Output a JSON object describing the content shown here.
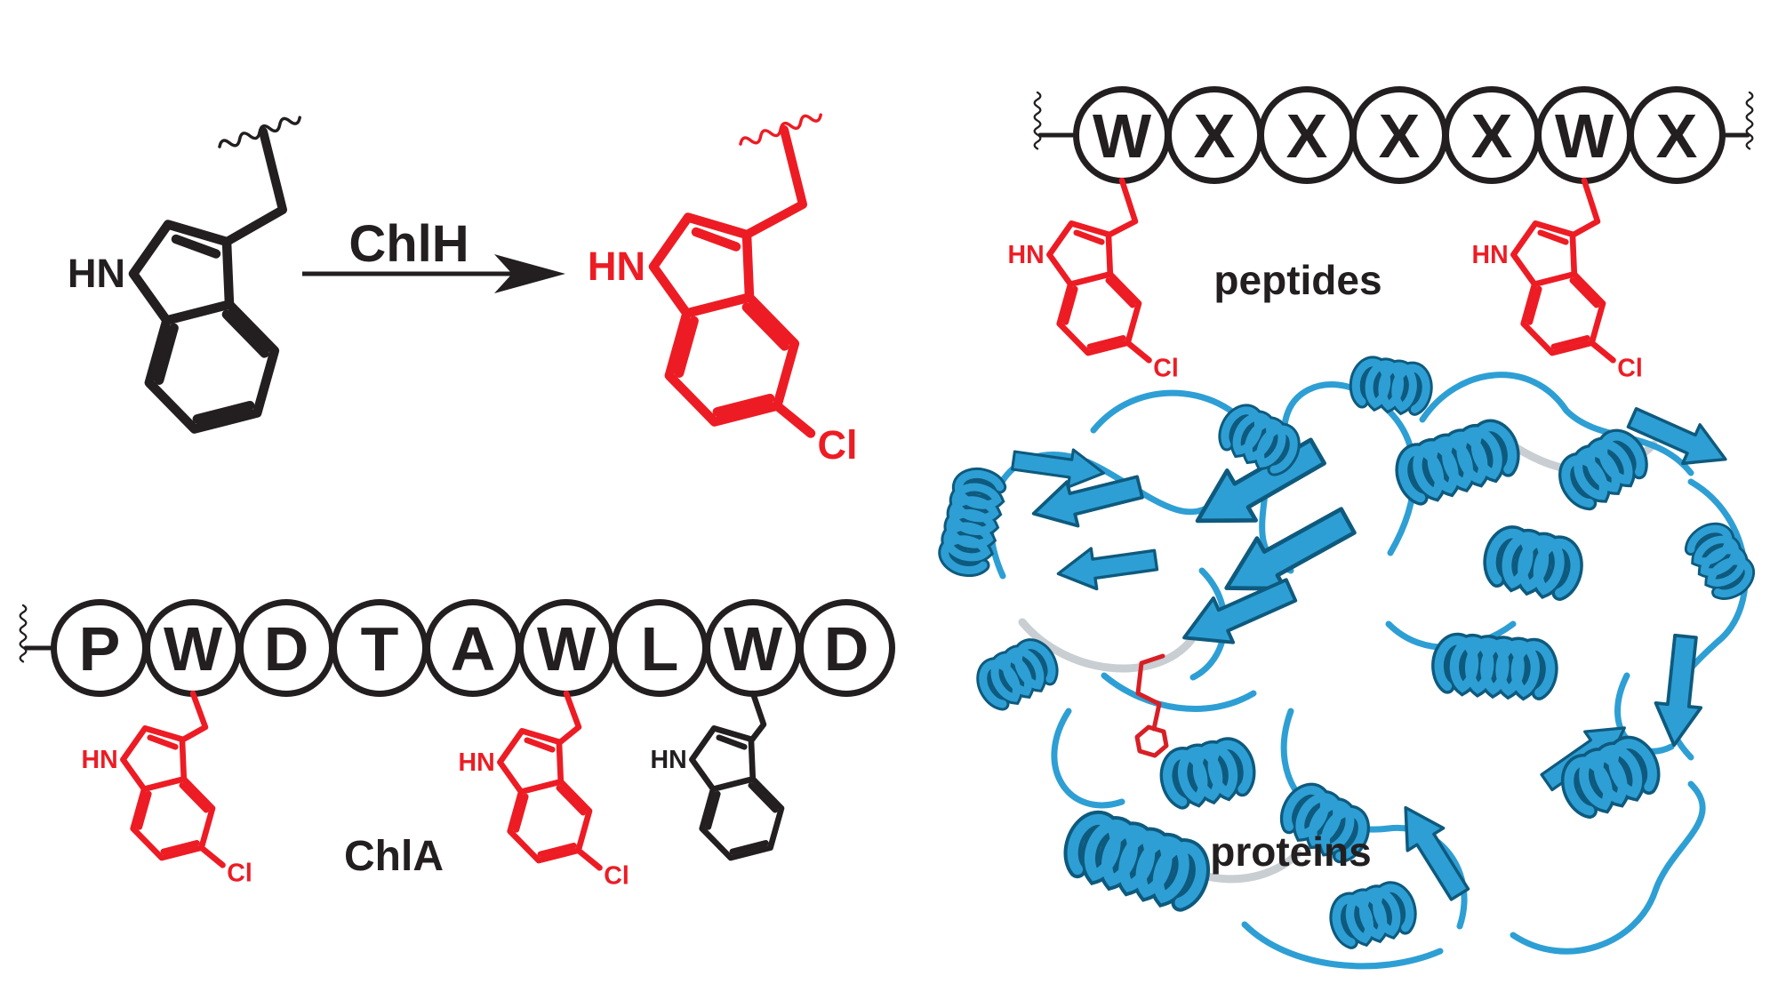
{
  "colors": {
    "structure_black": "#231f20",
    "chlorinated_red": "#ed1c24",
    "protein_blue": "#2e9fd4",
    "protein_blue_dark": "#0e5a7e",
    "background": "#ffffff"
  },
  "labels": {
    "hn": "HN",
    "cl": "Cl"
  },
  "reaction": {
    "enzyme": "ChlH"
  },
  "top_chain": {
    "residues": [
      "W",
      "X",
      "X",
      "X",
      "X",
      "W",
      "X"
    ],
    "caption": "peptides"
  },
  "bottom_chain": {
    "residues": [
      "P",
      "W",
      "D",
      "T",
      "A",
      "W",
      "L",
      "W",
      "D"
    ],
    "caption": "ChlA"
  },
  "protein": {
    "caption": "proteins"
  }
}
